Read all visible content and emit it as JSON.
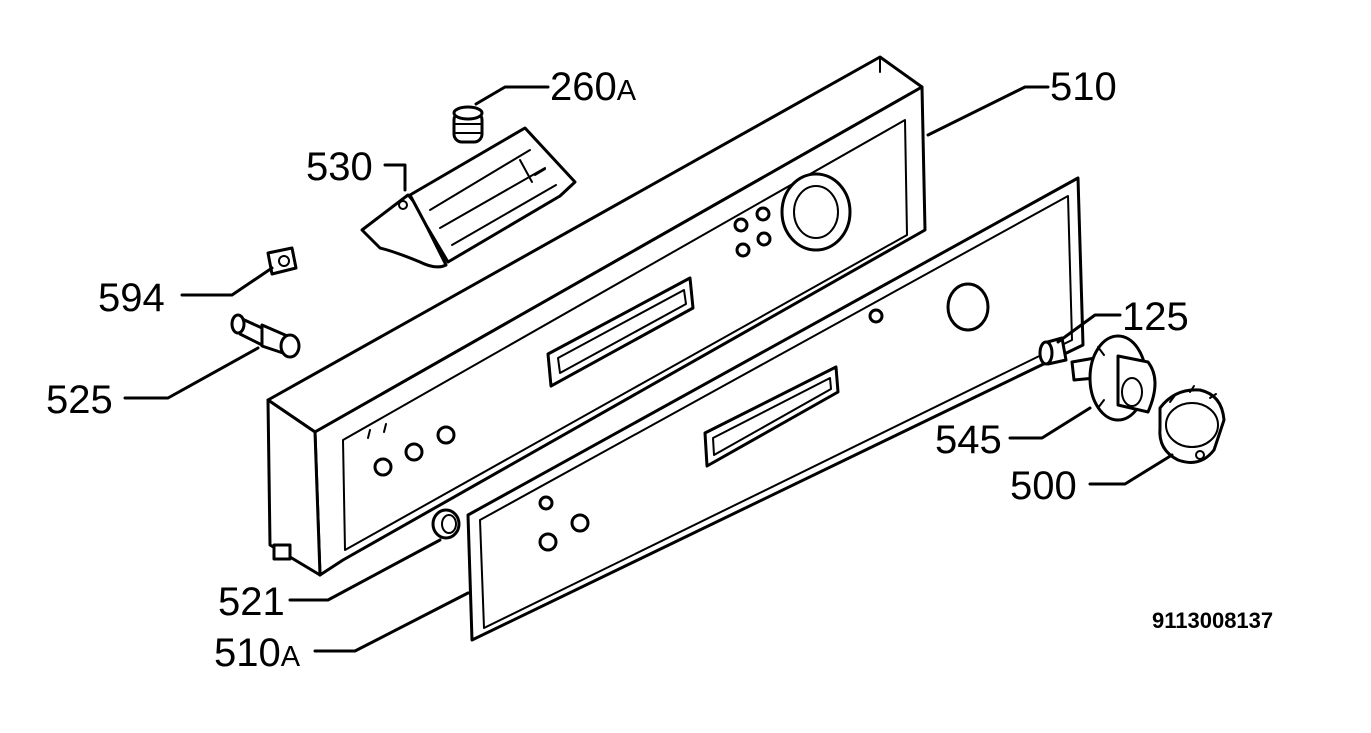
{
  "callouts": {
    "c260A": {
      "num": "260",
      "suffix": "A"
    },
    "c510": {
      "num": "510"
    },
    "c530": {
      "num": "530"
    },
    "c594": {
      "num": "594"
    },
    "c525": {
      "num": "525"
    },
    "c125": {
      "num": "125"
    },
    "c545": {
      "num": "545"
    },
    "c500": {
      "num": "500"
    },
    "c521": {
      "num": "521"
    },
    "c510A": {
      "num": "510",
      "suffix": "A"
    }
  },
  "document_number": "9113008137"
}
